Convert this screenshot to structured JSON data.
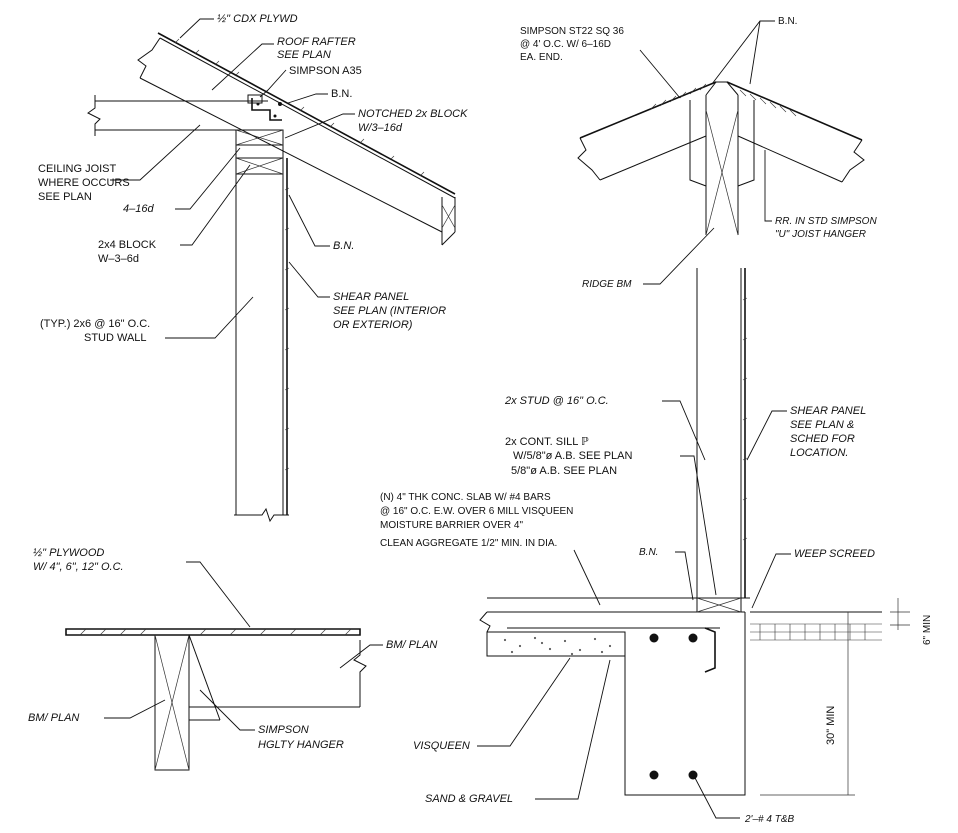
{
  "roof_detail": {
    "plywood": "½\" CDX PLYWD",
    "rafter_1": "ROOF RAFTER",
    "rafter_2": "SEE PLAN",
    "clip": "SIMPSON A35",
    "bn_1": "B.N.",
    "block_1": "NOTCHED 2x BLOCK",
    "block_2": "W/3–16d",
    "joist_1": "CEILING JOIST",
    "joist_2": "WHERE OCCURS",
    "joist_3": "SEE PLAN",
    "nails": "4–16d",
    "blk_1": "2x4 BLOCK",
    "blk_2": "W–3–6d",
    "bn_2": "B.N.",
    "shear_1": "SHEAR PANEL",
    "shear_2": "SEE PLAN (INTERIOR",
    "shear_3": "OR EXTERIOR)",
    "stud_1": "(TYP.)  2x6 @ 16\" O.C.",
    "stud_2": "STUD WALL"
  },
  "ridge_detail": {
    "strap_1": "SIMPSON ST22 SQ 36",
    "strap_2": "@ 4' O.C. W/ 6–16D",
    "strap_3": "EA. END.",
    "bn": "B.N.",
    "ridge": "RIDGE BM",
    "hanger_1": "RR. IN STD SIMPSON",
    "hanger_2": "\"U\" JOIST HANGER"
  },
  "beam_detail": {
    "plywood_1": "½\" PLYWOOD",
    "plywood_2": "W/ 4\", 6\", 12\" O.C.",
    "bm_right": "BM/ PLAN",
    "bm_left": "BM/ PLAN",
    "hanger_1": "SIMPSON",
    "hanger_2": "HGLTY HANGER"
  },
  "footing_detail": {
    "stud": "2x STUD @ 16\" O.C.",
    "sill_1": "2x CONT. SILL ℙ",
    "sill_2": "W/5/8\"ø A.B. SEE PLAN",
    "sill_3": "5/8\"ø A.B. SEE PLAN",
    "shear_1": "SHEAR PANEL",
    "shear_2": "SEE PLAN &",
    "shear_3": "SCHED FOR",
    "shear_4": "LOCATION.",
    "slab_1": "(N) 4\" THK CONC. SLAB W/ #4 BARS",
    "slab_2": "@ 16\" O.C. E.W. OVER 6 MILL VISQUEEN",
    "slab_3": "MOISTURE BARRIER OVER 4\"",
    "slab_4": "CLEAN AGGREGATE 1/2\" MIN. IN DIA.",
    "bn": "B.N.",
    "weep": "WEEP SCREED",
    "dim_6": "6\" MIN",
    "dim_30": "30\" MIN",
    "visqueen": "VISQUEEN",
    "sand": "SAND & GRAVEL",
    "bars": "2'–# 4 T&B"
  }
}
